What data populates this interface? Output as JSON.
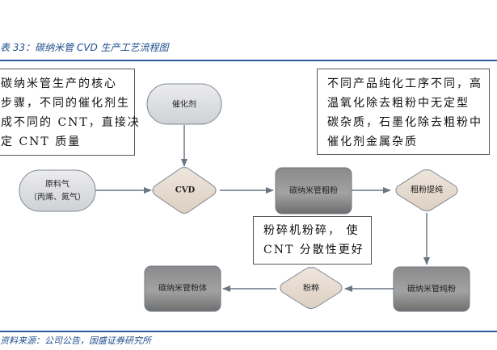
{
  "title": "表 33：碳纳米管 CVD 生产工艺流程图",
  "source": "资料来源：公司公告，国盛证券研究所",
  "notes": {
    "cvd_core": [
      "碳纳米管生产的核心",
      "步骤，不同的催化剂生",
      "成不同的 CNT，直接决",
      "定 CNT 质量"
    ],
    "purification": [
      "不同产品纯化工序不同，高",
      "温氧化除去粗粉中无定型",
      "碳杂质，石墨化除去粗粉中",
      "催化剂金属杂质"
    ],
    "grinding": [
      "粉碎机粉碎， 使",
      "CNT 分散性更好"
    ]
  },
  "nodes": {
    "catalyst": "催化剂",
    "raw_gas_line1": "原料气",
    "raw_gas_line2": "（丙烯、氮气）",
    "cvd": "CVD",
    "crude_powder": "碳纳米管粗粉",
    "purify": "粗粉提纯",
    "pure_powder": "碳纳米管纯粉",
    "grind": "粉粹",
    "final_powder": "碳纳米管粉体"
  },
  "colors": {
    "title_blue": "#1f4e8c",
    "rule_blue": "#2a5a9a",
    "terminal_fill": "#dcdde0",
    "decision_fill": "#e6dbd0",
    "process_fill": "#808080",
    "arrow": "#6b7785"
  }
}
